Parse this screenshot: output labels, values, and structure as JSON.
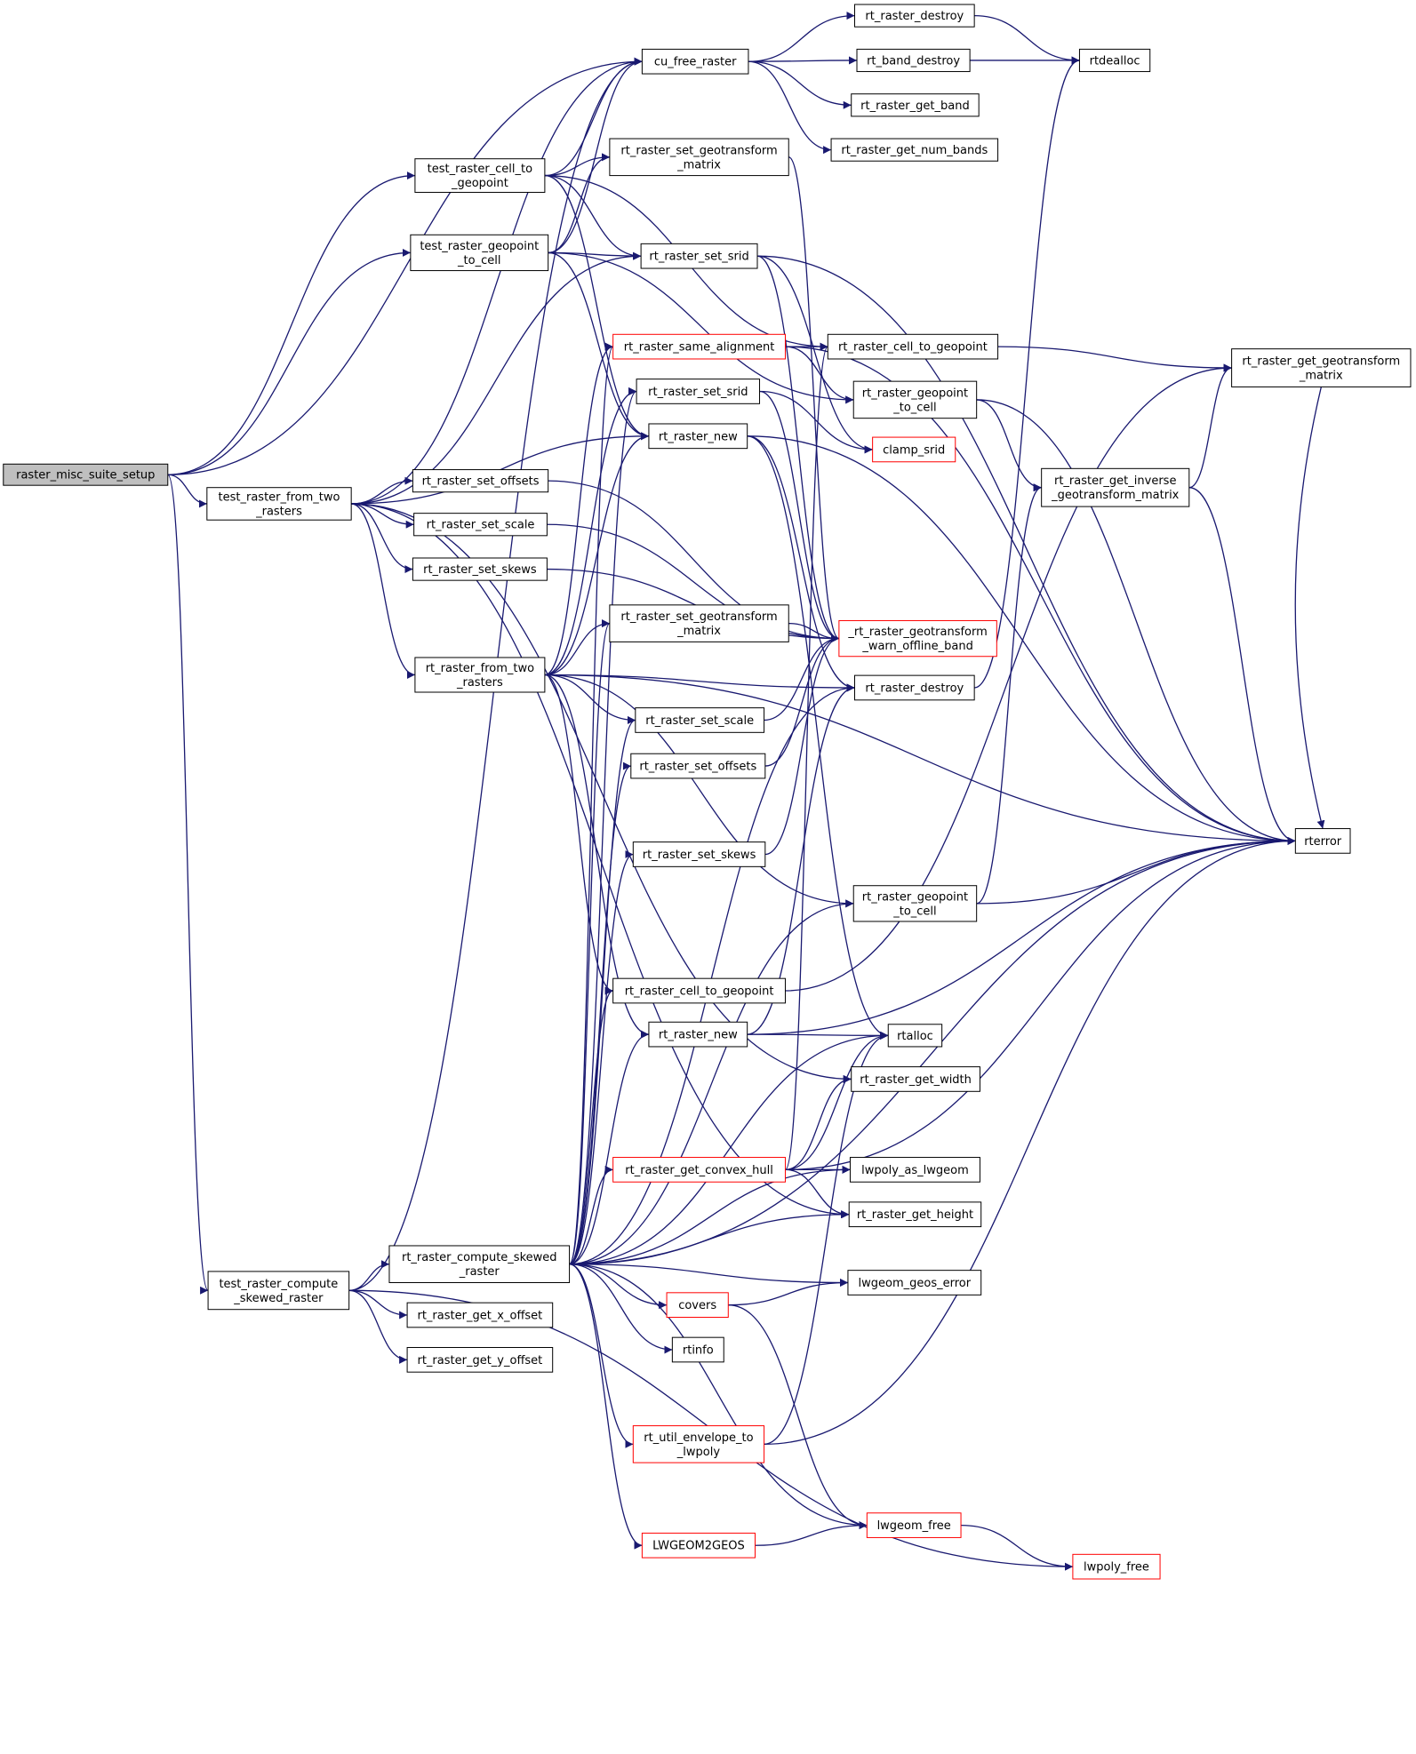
{
  "colors": {
    "edge": "#191970",
    "border_normal": "#000000",
    "border_truncated": "#ff0000",
    "root_fill": "#bfbfbf",
    "background": "#ffffff"
  },
  "nodes": [
    {
      "id": "raster_misc_suite_setup",
      "lines": [
        "raster_misc_suite_setup"
      ],
      "style": "root"
    },
    {
      "id": "test_raster_from_two_rasters",
      "lines": [
        "test_raster_from_two",
        "_rasters"
      ],
      "style": "normal"
    },
    {
      "id": "test_raster_compute_skewed_raster",
      "lines": [
        "test_raster_compute",
        "_skewed_raster"
      ],
      "style": "normal"
    },
    {
      "id": "test_raster_cell_to_geopoint",
      "lines": [
        "test_raster_cell_to",
        "_geopoint"
      ],
      "style": "normal"
    },
    {
      "id": "test_raster_geopoint_to_cell",
      "lines": [
        "test_raster_geopoint",
        "_to_cell"
      ],
      "style": "normal"
    },
    {
      "id": "cu_free_raster",
      "lines": [
        "cu_free_raster"
      ],
      "style": "normal"
    },
    {
      "id": "rt_raster_destroy_a",
      "lines": [
        "rt_raster_destroy"
      ],
      "style": "normal"
    },
    {
      "id": "rt_band_destroy",
      "lines": [
        "rt_band_destroy"
      ],
      "style": "normal"
    },
    {
      "id": "rt_raster_get_band",
      "lines": [
        "rt_raster_get_band"
      ],
      "style": "normal"
    },
    {
      "id": "rt_raster_get_num_bands",
      "lines": [
        "rt_raster_get_num_bands"
      ],
      "style": "normal"
    },
    {
      "id": "rtdealloc",
      "lines": [
        "rtdealloc"
      ],
      "style": "normal"
    },
    {
      "id": "rt_raster_set_geotransform_matrix_a",
      "lines": [
        "rt_raster_set_geotransform",
        "_matrix"
      ],
      "style": "normal"
    },
    {
      "id": "rt_raster_set_srid_a",
      "lines": [
        "rt_raster_set_srid"
      ],
      "style": "normal"
    },
    {
      "id": "rt_raster_same_alignment",
      "lines": [
        "rt_raster_same_alignment"
      ],
      "style": "truncated"
    },
    {
      "id": "rt_raster_cell_to_geopoint_a",
      "lines": [
        "rt_raster_cell_to_geopoint"
      ],
      "style": "normal"
    },
    {
      "id": "rt_raster_get_geotransform_matrix",
      "lines": [
        "rt_raster_get_geotransform",
        "_matrix"
      ],
      "style": "normal"
    },
    {
      "id": "rt_raster_set_srid_b",
      "lines": [
        "rt_raster_set_srid"
      ],
      "style": "normal"
    },
    {
      "id": "rt_raster_geopoint_to_cell_a",
      "lines": [
        "rt_raster_geopoint",
        "_to_cell"
      ],
      "style": "normal"
    },
    {
      "id": "rt_raster_new_a",
      "lines": [
        "rt_raster_new"
      ],
      "style": "normal"
    },
    {
      "id": "clamp_srid",
      "lines": [
        "clamp_srid"
      ],
      "style": "truncated"
    },
    {
      "id": "rt_raster_get_inverse_geotransform_matrix",
      "lines": [
        "rt_raster_get_inverse",
        "_geotransform_matrix"
      ],
      "style": "normal"
    },
    {
      "id": "rt_raster_set_offsets_a",
      "lines": [
        "rt_raster_set_offsets"
      ],
      "style": "normal"
    },
    {
      "id": "rt_raster_set_scale_a",
      "lines": [
        "rt_raster_set_scale"
      ],
      "style": "normal"
    },
    {
      "id": "rt_raster_set_skews_a",
      "lines": [
        "rt_raster_set_skews"
      ],
      "style": "normal"
    },
    {
      "id": "rt_raster_set_geotransform_matrix_b",
      "lines": [
        "rt_raster_set_geotransform",
        "_matrix"
      ],
      "style": "normal"
    },
    {
      "id": "_rt_raster_geotransform_warn_offline_band",
      "lines": [
        "_rt_raster_geotransform",
        "_warn_offline_band"
      ],
      "style": "truncated"
    },
    {
      "id": "rt_raster_from_two_rasters",
      "lines": [
        "rt_raster_from_two",
        "_rasters"
      ],
      "style": "normal"
    },
    {
      "id": "rt_raster_destroy_b",
      "lines": [
        "rt_raster_destroy"
      ],
      "style": "normal"
    },
    {
      "id": "rt_raster_set_scale_b",
      "lines": [
        "rt_raster_set_scale"
      ],
      "style": "normal"
    },
    {
      "id": "rt_raster_set_offsets_b",
      "lines": [
        "rt_raster_set_offsets"
      ],
      "style": "normal"
    },
    {
      "id": "rterror",
      "lines": [
        "rterror"
      ],
      "style": "normal"
    },
    {
      "id": "rt_raster_set_skews_b",
      "lines": [
        "rt_raster_set_skews"
      ],
      "style": "normal"
    },
    {
      "id": "rt_raster_geopoint_to_cell_b",
      "lines": [
        "rt_raster_geopoint",
        "_to_cell"
      ],
      "style": "normal"
    },
    {
      "id": "rt_raster_cell_to_geopoint_b",
      "lines": [
        "rt_raster_cell_to_geopoint"
      ],
      "style": "normal"
    },
    {
      "id": "rt_raster_new_b",
      "lines": [
        "rt_raster_new"
      ],
      "style": "normal"
    },
    {
      "id": "rtalloc",
      "lines": [
        "rtalloc"
      ],
      "style": "normal"
    },
    {
      "id": "rt_raster_get_width",
      "lines": [
        "rt_raster_get_width"
      ],
      "style": "normal"
    },
    {
      "id": "rt_raster_get_convex_hull",
      "lines": [
        "rt_raster_get_convex_hull"
      ],
      "style": "truncated"
    },
    {
      "id": "lwpoly_as_lwgeom",
      "lines": [
        "lwpoly_as_lwgeom"
      ],
      "style": "normal"
    },
    {
      "id": "rt_raster_get_height",
      "lines": [
        "rt_raster_get_height"
      ],
      "style": "normal"
    },
    {
      "id": "rt_raster_compute_skewed_raster",
      "lines": [
        "rt_raster_compute_skewed",
        "_raster"
      ],
      "style": "normal"
    },
    {
      "id": "lwgeom_geos_error",
      "lines": [
        "lwgeom_geos_error"
      ],
      "style": "normal"
    },
    {
      "id": "covers",
      "lines": [
        "covers"
      ],
      "style": "truncated"
    },
    {
      "id": "rt_raster_get_x_offset",
      "lines": [
        "rt_raster_get_x_offset"
      ],
      "style": "normal"
    },
    {
      "id": "rtinfo",
      "lines": [
        "rtinfo"
      ],
      "style": "normal"
    },
    {
      "id": "rt_raster_get_y_offset",
      "lines": [
        "rt_raster_get_y_offset"
      ],
      "style": "normal"
    },
    {
      "id": "rt_util_envelope_to_lwpoly",
      "lines": [
        "rt_util_envelope_to",
        "_lwpoly"
      ],
      "style": "truncated"
    },
    {
      "id": "lwgeom_free",
      "lines": [
        "lwgeom_free"
      ],
      "style": "truncated"
    },
    {
      "id": "LWGEOM2GEOS",
      "lines": [
        "LWGEOM2GEOS"
      ],
      "style": "truncated"
    },
    {
      "id": "lwpoly_free",
      "lines": [
        "lwpoly_free"
      ],
      "style": "truncated"
    }
  ],
  "edges": [
    [
      "raster_misc_suite_setup",
      "test_raster_from_two_rasters"
    ],
    [
      "raster_misc_suite_setup",
      "test_raster_cell_to_geopoint"
    ],
    [
      "raster_misc_suite_setup",
      "test_raster_geopoint_to_cell"
    ],
    [
      "raster_misc_suite_setup",
      "cu_free_raster"
    ],
    [
      "raster_misc_suite_setup",
      "test_raster_compute_skewed_raster"
    ],
    [
      "cu_free_raster",
      "rt_raster_destroy_a"
    ],
    [
      "cu_free_raster",
      "rt_band_destroy"
    ],
    [
      "cu_free_raster",
      "rt_raster_get_band"
    ],
    [
      "cu_free_raster",
      "rt_raster_get_num_bands"
    ],
    [
      "rt_raster_destroy_a",
      "rtdealloc"
    ],
    [
      "rt_band_destroy",
      "rtdealloc"
    ],
    [
      "test_raster_cell_to_geopoint",
      "cu_free_raster"
    ],
    [
      "test_raster_cell_to_geopoint",
      "rt_raster_set_geotransform_matrix_a"
    ],
    [
      "test_raster_cell_to_geopoint",
      "rt_raster_set_srid_a"
    ],
    [
      "test_raster_cell_to_geopoint",
      "rt_raster_cell_to_geopoint_a"
    ],
    [
      "test_raster_cell_to_geopoint",
      "rt_raster_new_a"
    ],
    [
      "test_raster_geopoint_to_cell",
      "cu_free_raster"
    ],
    [
      "test_raster_geopoint_to_cell",
      "rt_raster_set_geotransform_matrix_a"
    ],
    [
      "test_raster_geopoint_to_cell",
      "rt_raster_set_srid_a"
    ],
    [
      "test_raster_geopoint_to_cell",
      "rt_raster_geopoint_to_cell_a"
    ],
    [
      "test_raster_geopoint_to_cell",
      "rt_raster_new_a"
    ],
    [
      "rt_raster_set_geotransform_matrix_a",
      "_rt_raster_geotransform_warn_offline_band"
    ],
    [
      "rt_raster_set_srid_a",
      "clamp_srid"
    ],
    [
      "rt_raster_set_srid_a",
      "_rt_raster_geotransform_warn_offline_band"
    ],
    [
      "rt_raster_set_srid_a",
      "rterror"
    ],
    [
      "rt_raster_same_alignment",
      "rt_raster_cell_to_geopoint_a"
    ],
    [
      "rt_raster_same_alignment",
      "rt_raster_geopoint_to_cell_a"
    ],
    [
      "rt_raster_same_alignment",
      "rterror"
    ],
    [
      "rt_raster_cell_to_geopoint_a",
      "rt_raster_get_geotransform_matrix"
    ],
    [
      "rt_raster_geopoint_to_cell_a",
      "rt_raster_get_inverse_geotransform_matrix"
    ],
    [
      "rt_raster_geopoint_to_cell_a",
      "rterror"
    ],
    [
      "rt_raster_get_inverse_geotransform_matrix",
      "rt_raster_get_geotransform_matrix"
    ],
    [
      "rt_raster_get_inverse_geotransform_matrix",
      "rterror"
    ],
    [
      "rt_raster_get_geotransform_matrix",
      "rterror"
    ],
    [
      "rt_raster_set_srid_b",
      "clamp_srid"
    ],
    [
      "rt_raster_set_srid_b",
      "_rt_raster_geotransform_warn_offline_band"
    ],
    [
      "rt_raster_new_a",
      "rtalloc"
    ],
    [
      "rt_raster_new_a",
      "rterror"
    ],
    [
      "rt_raster_new_a",
      "rt_raster_destroy_b"
    ],
    [
      "test_raster_from_two_rasters",
      "cu_free_raster"
    ],
    [
      "test_raster_from_two_rasters",
      "rt_raster_set_srid_a"
    ],
    [
      "test_raster_from_two_rasters",
      "rt_raster_new_a"
    ],
    [
      "test_raster_from_two_rasters",
      "rt_raster_set_offsets_a"
    ],
    [
      "test_raster_from_two_rasters",
      "rt_raster_set_scale_a"
    ],
    [
      "test_raster_from_two_rasters",
      "rt_raster_set_skews_a"
    ],
    [
      "test_raster_from_two_rasters",
      "rt_raster_from_two_rasters"
    ],
    [
      "test_raster_from_two_rasters",
      "rt_raster_get_width"
    ],
    [
      "test_raster_from_two_rasters",
      "rt_raster_get_height"
    ],
    [
      "rt_raster_set_offsets_a",
      "_rt_raster_geotransform_warn_offline_band"
    ],
    [
      "rt_raster_set_scale_a",
      "_rt_raster_geotransform_warn_offline_band"
    ],
    [
      "rt_raster_set_skews_a",
      "_rt_raster_geotransform_warn_offline_band"
    ],
    [
      "rt_raster_from_two_rasters",
      "rt_raster_same_alignment"
    ],
    [
      "rt_raster_from_two_rasters",
      "rt_raster_set_srid_b"
    ],
    [
      "rt_raster_from_two_rasters",
      "rt_raster_new_a"
    ],
    [
      "rt_raster_from_two_rasters",
      "rt_raster_set_geotransform_matrix_b"
    ],
    [
      "rt_raster_from_two_rasters",
      "rt_raster_destroy_b"
    ],
    [
      "rt_raster_from_two_rasters",
      "rt_raster_set_scale_b"
    ],
    [
      "rt_raster_from_two_rasters",
      "rterror"
    ],
    [
      "rt_raster_from_two_rasters",
      "rt_raster_geopoint_to_cell_b"
    ],
    [
      "rt_raster_from_two_rasters",
      "rt_raster_cell_to_geopoint_b"
    ],
    [
      "rt_raster_from_two_rasters",
      "rt_raster_new_b"
    ],
    [
      "rt_raster_set_geotransform_matrix_b",
      "_rt_raster_geotransform_warn_offline_band"
    ],
    [
      "rt_raster_set_scale_b",
      "_rt_raster_geotransform_warn_offline_band"
    ],
    [
      "rt_raster_set_offsets_b",
      "_rt_raster_geotransform_warn_offline_band"
    ],
    [
      "rt_raster_set_skews_b",
      "_rt_raster_geotransform_warn_offline_band"
    ],
    [
      "rt_raster_destroy_b",
      "rtdealloc"
    ],
    [
      "rt_raster_geopoint_to_cell_b",
      "rt_raster_get_inverse_geotransform_matrix"
    ],
    [
      "rt_raster_geopoint_to_cell_b",
      "rterror"
    ],
    [
      "rt_raster_cell_to_geopoint_b",
      "rt_raster_get_geotransform_matrix"
    ],
    [
      "rt_raster_new_b",
      "rtalloc"
    ],
    [
      "rt_raster_new_b",
      "rterror"
    ],
    [
      "rt_raster_new_b",
      "rt_raster_destroy_b"
    ],
    [
      "test_raster_compute_skewed_raster",
      "cu_free_raster"
    ],
    [
      "test_raster_compute_skewed_raster",
      "rt_raster_compute_skewed_raster"
    ],
    [
      "test_raster_compute_skewed_raster",
      "rt_raster_get_x_offset"
    ],
    [
      "test_raster_compute_skewed_raster",
      "rt_raster_get_y_offset"
    ],
    [
      "test_raster_compute_skewed_raster",
      "lwpoly_free"
    ],
    [
      "rt_raster_compute_skewed_raster",
      "rt_raster_set_srid_b"
    ],
    [
      "rt_raster_compute_skewed_raster",
      "rt_raster_same_alignment"
    ],
    [
      "rt_raster_compute_skewed_raster",
      "rt_raster_set_geotransform_matrix_b"
    ],
    [
      "rt_raster_compute_skewed_raster",
      "rt_raster_set_scale_b"
    ],
    [
      "rt_raster_compute_skewed_raster",
      "rt_raster_set_offsets_b"
    ],
    [
      "rt_raster_compute_skewed_raster",
      "rt_raster_set_skews_b"
    ],
    [
      "rt_raster_compute_skewed_raster",
      "rt_raster_cell_to_geopoint_b"
    ],
    [
      "rt_raster_compute_skewed_raster",
      "rt_raster_new_b"
    ],
    [
      "rt_raster_compute_skewed_raster",
      "rt_raster_geopoint_to_cell_b"
    ],
    [
      "rt_raster_compute_skewed_raster",
      "rt_raster_destroy_b"
    ],
    [
      "rt_raster_compute_skewed_raster",
      "rt_raster_get_convex_hull"
    ],
    [
      "rt_raster_compute_skewed_raster",
      "rt_raster_get_height"
    ],
    [
      "rt_raster_compute_skewed_raster",
      "lwgeom_geos_error"
    ],
    [
      "rt_raster_compute_skewed_raster",
      "covers"
    ],
    [
      "rt_raster_compute_skewed_raster",
      "rtinfo"
    ],
    [
      "rt_raster_compute_skewed_raster",
      "rt_util_envelope_to_lwpoly"
    ],
    [
      "rt_raster_compute_skewed_raster",
      "lwgeom_free"
    ],
    [
      "rt_raster_compute_skewed_raster",
      "LWGEOM2GEOS"
    ],
    [
      "rt_raster_compute_skewed_raster",
      "rterror"
    ],
    [
      "rt_raster_compute_skewed_raster",
      "lwpoly_as_lwgeom"
    ],
    [
      "rt_raster_compute_skewed_raster",
      "rtalloc"
    ],
    [
      "rt_raster_get_convex_hull",
      "rt_raster_get_width"
    ],
    [
      "rt_raster_get_convex_hull",
      "rt_raster_get_height"
    ],
    [
      "rt_raster_get_convex_hull",
      "lwpoly_as_lwgeom"
    ],
    [
      "rt_raster_get_convex_hull",
      "rterror"
    ],
    [
      "rt_raster_get_convex_hull",
      "rtalloc"
    ],
    [
      "rt_raster_get_convex_hull",
      "rt_raster_cell_to_geopoint_a"
    ],
    [
      "covers",
      "lwgeom_geos_error"
    ],
    [
      "covers",
      "lwgeom_free"
    ],
    [
      "rt_util_envelope_to_lwpoly",
      "rterror"
    ],
    [
      "rt_util_envelope_to_lwpoly",
      "rtalloc"
    ],
    [
      "LWGEOM2GEOS",
      "lwgeom_free"
    ],
    [
      "lwgeom_free",
      "lwpoly_free"
    ]
  ]
}
